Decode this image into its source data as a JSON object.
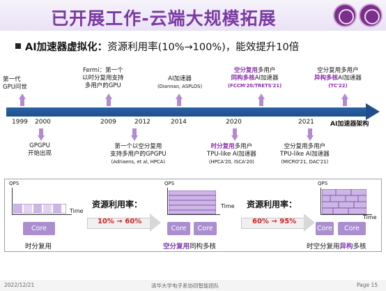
{
  "header": {
    "title": "已开展工作-云端大规模拓展"
  },
  "subtitle": {
    "bold": "AI加速器虚拟化：",
    "rest": "资源利用率(10%→100%)，能效提升10倍"
  },
  "timeline": {
    "years": [
      "1999",
      "2000",
      "2009",
      "2012",
      "2014",
      "2020",
      "2021"
    ],
    "axis_label": "AI加速器架构",
    "events_top": [
      {
        "l1": "第一代",
        "l2": "GPU问世"
      },
      {
        "l1": "Fermi：第一个",
        "l2": "以时分复用支持",
        "l3": "多用户的GPU"
      },
      {
        "l1": "AI加速器",
        "l2": "(Diannao, ASPLOS)"
      },
      {
        "l1a": "空分复用",
        "l1b": "多用户",
        "l2a": "同构多核",
        "l2b": "AI加速器",
        "l3": "(FCCM'20/TRETS'21)"
      },
      {
        "l1": "空分复用多用户",
        "l2a": "异构多核",
        "l2b": "AI加速器",
        "l3": "(TC'22)"
      }
    ],
    "events_bottom": [
      {
        "l1": "GPGPU",
        "l2": "开始出现"
      },
      {
        "l1": "第一个以空分复用",
        "l2": "支持多用户的GPGPU",
        "l3": "(Adriaens, et al, HPCA)"
      },
      {
        "l1a": "时分复用",
        "l1b": "多用户",
        "l2": "TPU-like AI加速器",
        "l3": "(HPCA'20, ISCA'20)"
      },
      {
        "l1": "空分复用多用户",
        "l2": "TPU-like AI加速器",
        "l3": "(MICRO'21, DAC'21)"
      }
    ]
  },
  "comparison": {
    "qps": "QPS",
    "time": "Time",
    "core": "Core",
    "util_title": "资源利用率：",
    "util1": "10% → 60%",
    "util2": "60% → 95%",
    "cap1": "时分复用",
    "cap2a": "空分复用",
    "cap2b": "同构多核",
    "cap3a": "时空分复用",
    "cap3b": "异构",
    "cap3c": "多核"
  },
  "footer": {
    "date": "2022/12/21",
    "org": "清华大学电子系协同智能团队",
    "page": "Page 15"
  },
  "colors": {
    "title": "#7b3aa3",
    "accent_purple": "#8a2ab0",
    "timeline": "#1f4e8c",
    "core": "#aa8ecf",
    "highlight_red": "#d21f1f"
  }
}
